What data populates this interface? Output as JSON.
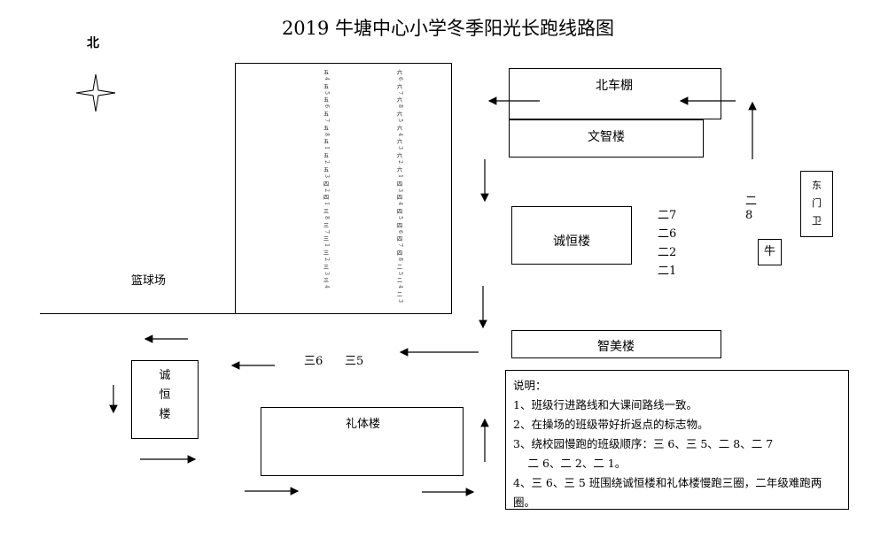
{
  "title": "2019 牛塘中心小学冬季阳光长跑线路图",
  "north": "北",
  "buildings": {
    "bei_che_peng": "北车棚",
    "wen_zhi_lou": "文智楼",
    "cheng_heng_lou_right": "诚恒楼",
    "zhi_mei_lou": "智美楼",
    "cheng_heng_lou_left": [
      "诚",
      "恒",
      "楼"
    ],
    "li_ti_lou": "礼体楼",
    "dong_men_wei": [
      "东",
      "门",
      "卫"
    ],
    "niu": "牛",
    "lan_qiu_chang": "篮球场"
  },
  "class_labels": {
    "er7": "二7",
    "er6": "二6",
    "er2": "二2",
    "er1": "二1",
    "er8_top": "二",
    "er8_bottom": "8",
    "san6": "三6",
    "san5": "三5"
  },
  "field_left_column": [
    [
      "五",
      "4"
    ],
    [
      "五",
      "5"
    ],
    [
      "五",
      "6"
    ],
    [
      "五",
      "7"
    ],
    [
      "五",
      "8"
    ],
    [
      "五",
      "1"
    ],
    [
      "五",
      "2"
    ],
    [
      "五",
      "3"
    ],
    [
      "四",
      "2"
    ],
    [
      "四",
      "1"
    ],
    [
      "三",
      "8"
    ],
    [
      "三",
      "7"
    ],
    [
      "三",
      "1"
    ],
    [
      "三",
      "2"
    ],
    [
      "三",
      "3"
    ],
    [
      "三",
      "4"
    ]
  ],
  "field_right_column": [
    [
      "六",
      "6"
    ],
    [
      "六",
      "7"
    ],
    [
      "六",
      "8"
    ],
    [
      "六",
      "5"
    ],
    [
      "六",
      "4"
    ],
    [
      "六",
      "3"
    ],
    [
      "六",
      "2"
    ],
    [
      "六",
      "1"
    ],
    [
      "四",
      "3"
    ],
    [
      "四",
      "4"
    ],
    [
      "四",
      "5"
    ],
    [
      "四",
      "6"
    ],
    [
      "四",
      "7"
    ],
    [
      "四",
      "8"
    ],
    [
      "二",
      "5"
    ],
    [
      "二",
      "4"
    ],
    [
      "二",
      "3"
    ]
  ],
  "notes": {
    "heading": "说明：",
    "items": [
      "1、班级行进路线和大课间路线一致。",
      "2、在操场的班级带好折返点的标志物。",
      "3、绕校园慢跑的班级顺序：三 6、三 5、二 8、二 7",
      "　 二 6、二 2、二 1。",
      "4、三 6、三 5 班围绕诚恒楼和礼体楼慢跑三圈，二年级难跑两圈。"
    ]
  }
}
